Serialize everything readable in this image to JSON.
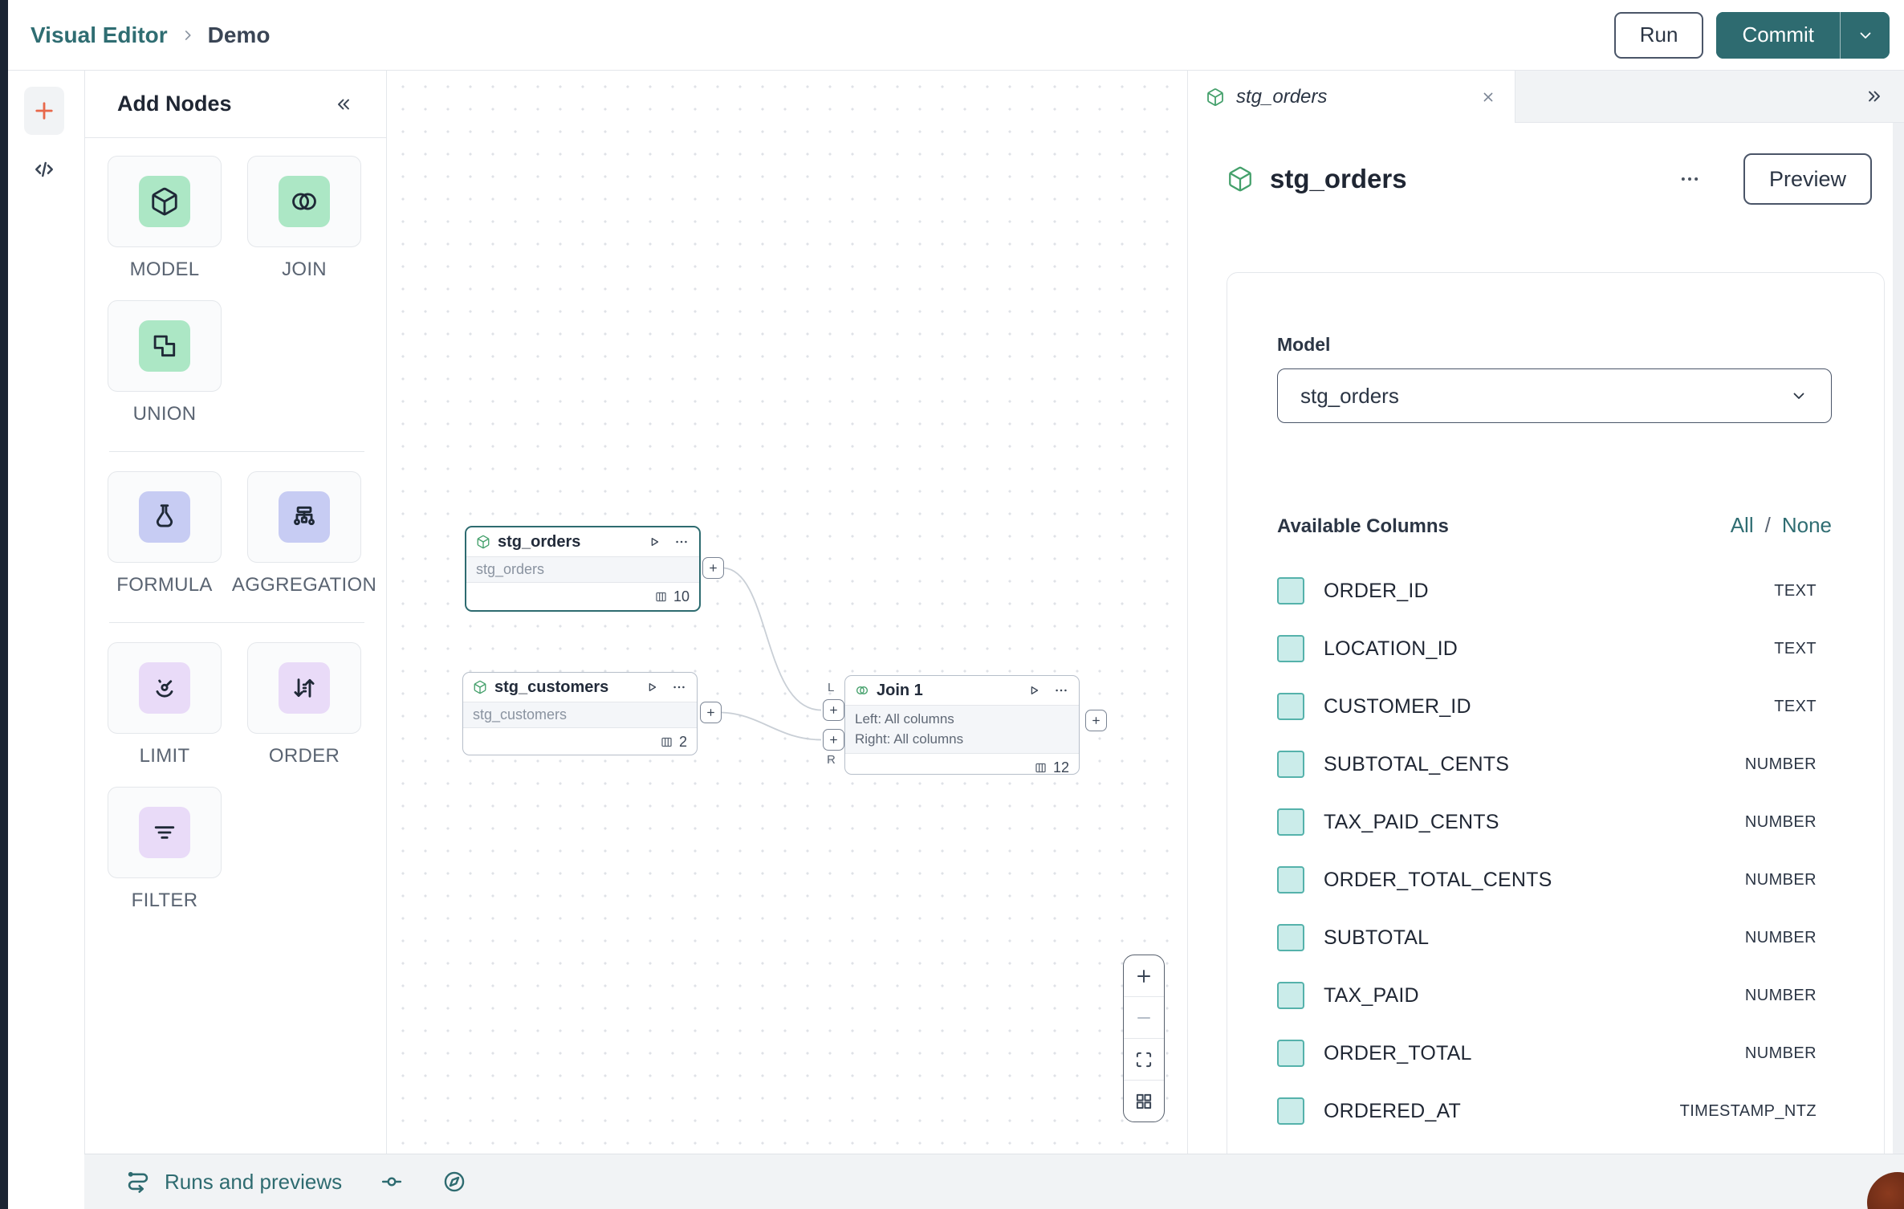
{
  "header": {
    "breadcrumb_root": "Visual Editor",
    "breadcrumb_page": "Demo",
    "run_label": "Run",
    "commit_label": "Commit"
  },
  "palette": {
    "title": "Add Nodes",
    "items": [
      {
        "label": "MODEL"
      },
      {
        "label": "JOIN"
      },
      {
        "label": "UNION"
      },
      {
        "label": "FORMULA"
      },
      {
        "label": "AGGREGATION"
      },
      {
        "label": "LIMIT"
      },
      {
        "label": "ORDER"
      },
      {
        "label": "FILTER"
      }
    ]
  },
  "canvas": {
    "nodes": [
      {
        "title": "stg_orders",
        "subtitle": "stg_orders",
        "columns_count": "10"
      },
      {
        "title": "stg_customers",
        "subtitle": "stg_customers",
        "columns_count": "2"
      },
      {
        "title": "Join 1",
        "line1": "Left: All columns",
        "line2": "Right: All columns",
        "columns_count": "12",
        "left_handle_label": "L",
        "right_handle_label": "R"
      }
    ]
  },
  "inspector": {
    "tab_label": "stg_orders",
    "title": "stg_orders",
    "preview_label": "Preview",
    "model_label": "Model",
    "model_value": "stg_orders",
    "columns_title": "Available Columns",
    "select_all_label": "All",
    "select_sep": "/",
    "select_none_label": "None",
    "columns": [
      {
        "name": "ORDER_ID",
        "type": "TEXT"
      },
      {
        "name": "LOCATION_ID",
        "type": "TEXT"
      },
      {
        "name": "CUSTOMER_ID",
        "type": "TEXT"
      },
      {
        "name": "SUBTOTAL_CENTS",
        "type": "NUMBER"
      },
      {
        "name": "TAX_PAID_CENTS",
        "type": "NUMBER"
      },
      {
        "name": "ORDER_TOTAL_CENTS",
        "type": "NUMBER"
      },
      {
        "name": "SUBTOTAL",
        "type": "NUMBER"
      },
      {
        "name": "TAX_PAID",
        "type": "NUMBER"
      },
      {
        "name": "ORDER_TOTAL",
        "type": "NUMBER"
      },
      {
        "name": "ORDERED_AT",
        "type": "TIMESTAMP_NTZ"
      }
    ]
  },
  "bottom_bar": {
    "runs_label": "Runs and previews"
  },
  "colors": {
    "brand_teal": "#2E6B70",
    "accent_orange": "#E8684A",
    "node_green": "#44A06B",
    "palette_green": "#ACE7C5",
    "palette_indigo": "#C7CCF3",
    "palette_purple": "#E9DBF8",
    "checkbox_teal": "#55B2AB",
    "sidebar_navy": "#1B2433"
  }
}
